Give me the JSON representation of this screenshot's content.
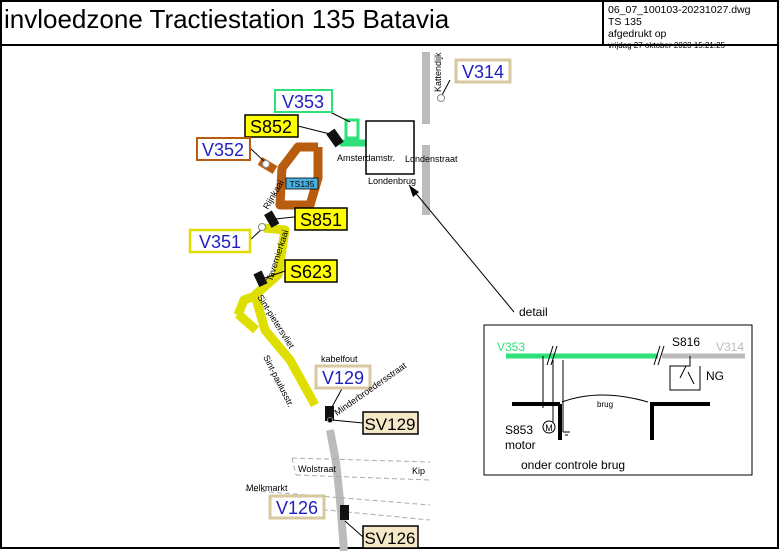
{
  "title": "invloedzone Tractiestation 135 Batavia",
  "meta": {
    "file": "06_07_100103-20231027.dwg",
    "station": "TS 135",
    "printed": "afgedrukt op",
    "date": "vrijdag 27 oktober 2023 15:21:25"
  },
  "colors": {
    "track_green": "#2ee07a",
    "track_yellow": "#dede00",
    "track_brown": "#b85c10",
    "track_grey": "#bbbbbb",
    "label_yellow": "#ffff00",
    "label_blue_text": "#2020c0",
    "label_beige": "#f5e8c8"
  },
  "labels": {
    "V314": "V314",
    "V353": "V353",
    "S852": "S852",
    "V352": "V352",
    "S851": "S851",
    "V351": "V351",
    "S623": "S623",
    "V129": "V129",
    "SV129": "SV129",
    "V126": "V126",
    "SV126": "SV126",
    "TS135": "TS135"
  },
  "streets": {
    "kattendijk": "Kattendijk",
    "amsterdamstr": "Amsterdamstr.",
    "londenstraat": "Londenstraat",
    "londenbrug": "Londenbrug",
    "rijnkaai": "Rijnkaai",
    "tavernierkaai": "Tavernierkaai",
    "sint_pietersvliet": "Sint-pietersvliet",
    "sint_paulusstr": "Sint-paulusstr.",
    "kabelfout": "kabelfout",
    "minderbroedersstraat": "Minderbroedersstraat",
    "wolstraat": "Wolstraat",
    "kip": "Kip",
    "melkmarkt": "Melkmarkt"
  },
  "detail": {
    "pointer": "detail",
    "V353": "V353",
    "S816": "S816",
    "V314": "V314",
    "NG": "NG",
    "brug": "brug",
    "S853": "S853",
    "motor": "motor",
    "M": "M",
    "caption": "onder controle brug"
  }
}
